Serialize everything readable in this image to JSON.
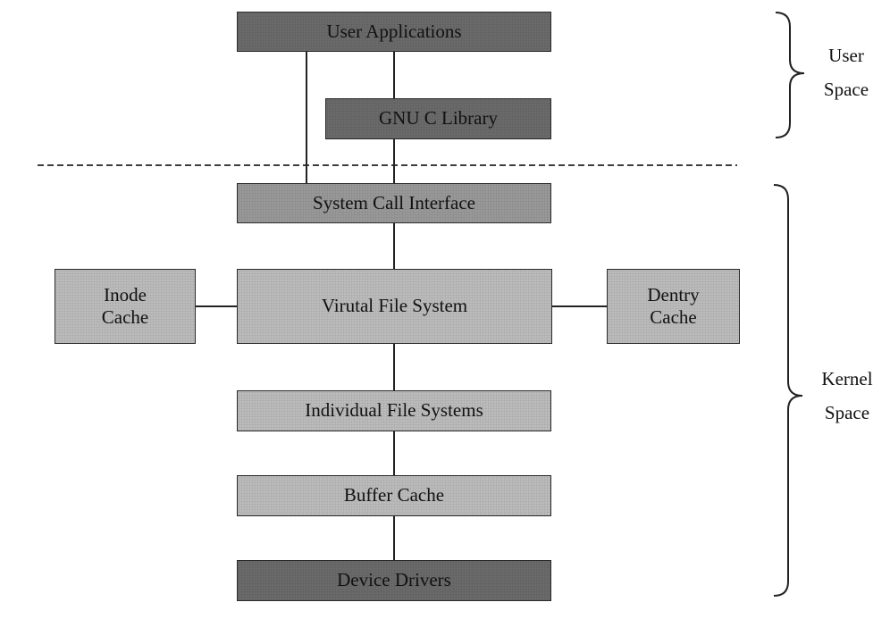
{
  "boxes": {
    "user_applications": "User Applications",
    "gnu_c_library": "GNU C Library",
    "system_call_interface": "System Call Interface",
    "virtual_file_system": "Virutal File System",
    "inode_cache": "Inode\nCache",
    "dentry_cache": "Dentry\nCache",
    "individual_file_systems": "Individual File Systems",
    "buffer_cache": "Buffer Cache",
    "device_drivers": "Device Drivers"
  },
  "regions": {
    "user_space": "User\nSpace",
    "kernel_space": "Kernel\nSpace"
  }
}
